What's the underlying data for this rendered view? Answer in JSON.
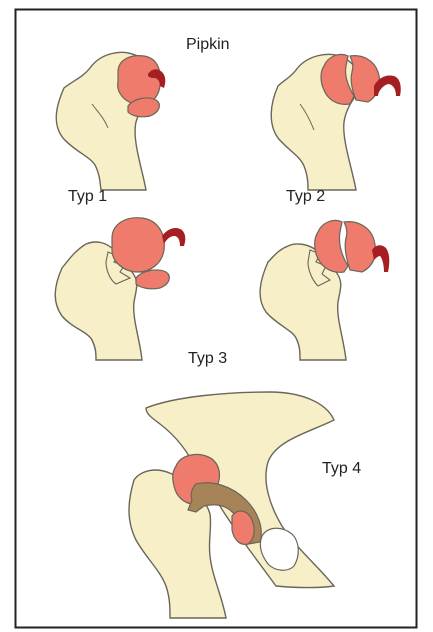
{
  "figure": {
    "title": "Pipkin",
    "labels": {
      "type1": "Typ 1",
      "type2": "Typ 2",
      "type3": "Typ 3",
      "type4": "Typ 4"
    }
  },
  "colors": {
    "bone": "#f6efc8",
    "bone_stroke": "#6a665a",
    "head_fragment": "#ee7b6c",
    "ligament": "#a51f22",
    "acetabular_fragment": "#a78358",
    "frame": "#222222",
    "background": "#ffffff"
  }
}
